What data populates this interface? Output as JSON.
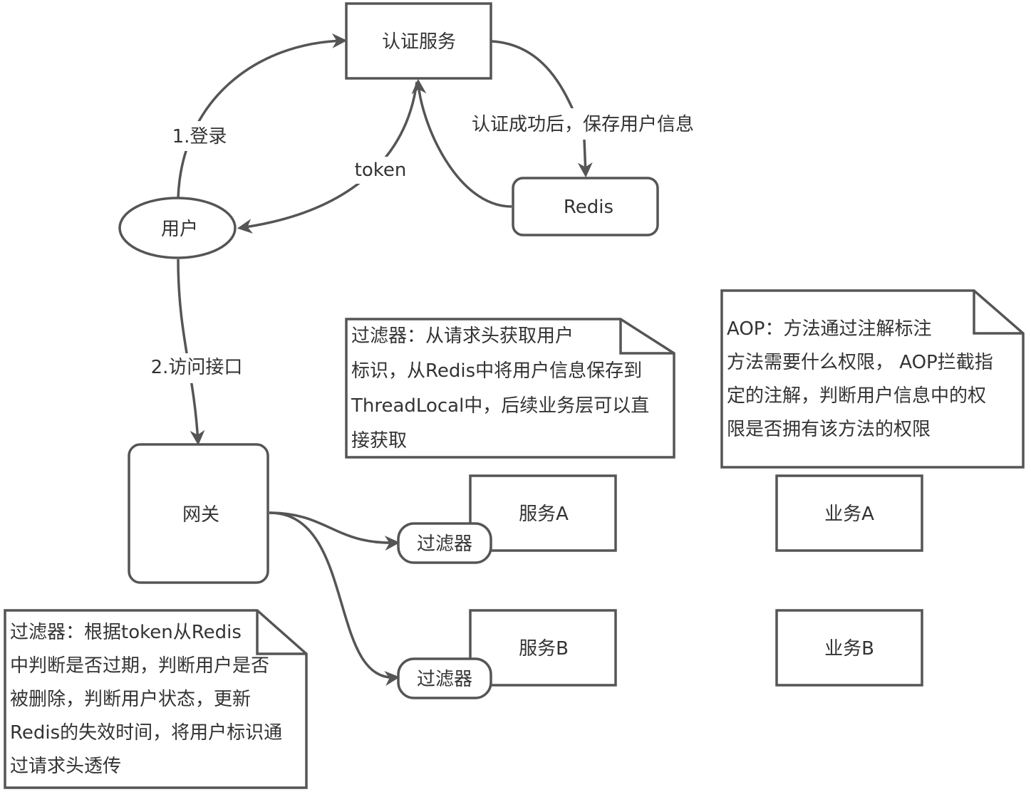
{
  "nodes": {
    "auth_service": "认证服务",
    "redis": "Redis",
    "user": "用户",
    "gateway": "网关",
    "service_a": "服务A",
    "service_b": "服务B",
    "filter_a": "过滤器",
    "filter_b": "过滤器",
    "business_a": "业务A",
    "business_b": "业务B"
  },
  "edges": {
    "login": "1.登录",
    "token": "token",
    "save_user_info": "认证成功后，保存用户信息",
    "access_api": "2.访问接口"
  },
  "notes": {
    "service_filter": [
      " 过滤器：从请求头获取用户",
      "标识，从Redis中将用户信息保存到",
      "ThreadLocal中，后续业务层可以直",
      "接获取"
    ],
    "aop": [
      "AOP：方法通过注解标注",
      "方法需要什么权限， AOP拦截指",
      "定的注解，判断用户信息中的权",
      "限是否拥有该方法的权限"
    ],
    "gateway_filter": [
      "过滤器：根据token从Redis",
      "中判断是否过期，判断用户是否",
      "被删除，判断用户状态，更新",
      "Redis的失效时间，将用户标识通",
      "过请求头透传"
    ]
  },
  "colors": {
    "stroke": "#555555",
    "text": "#333333",
    "background": "#ffffff"
  }
}
